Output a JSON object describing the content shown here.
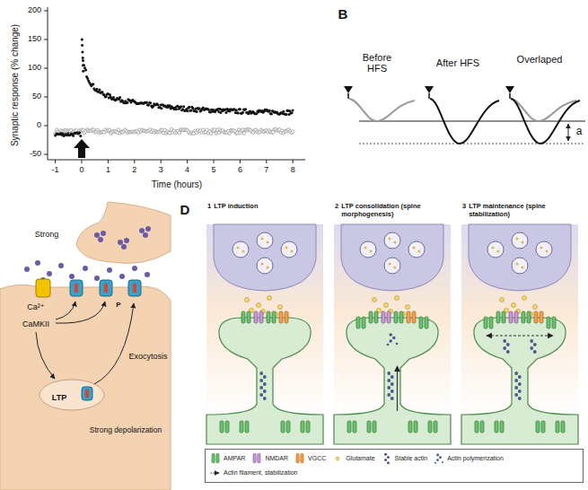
{
  "diagram": {
    "nodes": [
      {
        "text": [
          "1",
          "LTP induction"
        ]
      },
      {
        "text": [
          "2",
          "LTP consolidation (spine morphogenesis)"
        ]
      },
      {
        "text": [
          "3",
          "LTP maintenance (spine stabilization)"
        ]
      }
    ],
    "labels": [
      "B",
      "Synaptic response (% change)",
      "200",
      "150",
      "100",
      "50",
      "0",
      "-50",
      "-1",
      "0",
      "1",
      "2",
      "3",
      "4",
      "5",
      "6",
      "7",
      "8",
      "Time (hours)",
      "Before HFS",
      "After HFS",
      "Overlaped",
      "a",
      "Strong",
      "Ca²⁺",
      "CaMKII",
      "P",
      "Exocytosis",
      "Strong depolarization",
      "LTP",
      "D"
    ],
    "legend": [
      {
        "text": "AMPAR"
      },
      {
        "text": "NMDAR"
      },
      {
        "text": "VGCC"
      },
      {
        "text": "Glutamate"
      },
      {
        "text": "Stable actin"
      },
      {
        "text": "Actin polymerization"
      },
      {
        "text": "Actin filament, stabilization"
      }
    ]
  }
}
